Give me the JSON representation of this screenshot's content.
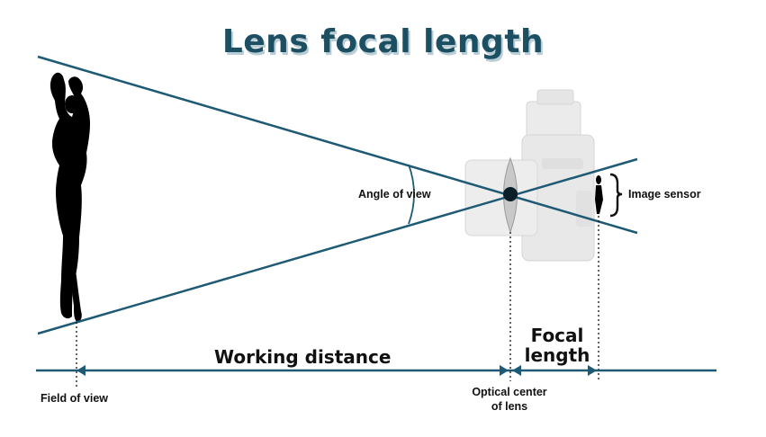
{
  "title": "Lens focal length",
  "labels": {
    "angle_of_view": "Angle of view",
    "image_sensor": "Image sensor",
    "working_distance": "Working distance",
    "focal_length": "Focal\nlength",
    "field_of_view": "Field of view",
    "optical_center": "Optical center\nof lens"
  },
  "colors": {
    "rays": "#1e5a74",
    "title": "#1d4f63",
    "title_shadow": "#b9cdd6",
    "camera": "#e3e3e3",
    "silhouette": "#000000"
  },
  "icons": [
    "dancer-silhouette",
    "camera-body",
    "lens",
    "sensor-image",
    "brace"
  ]
}
